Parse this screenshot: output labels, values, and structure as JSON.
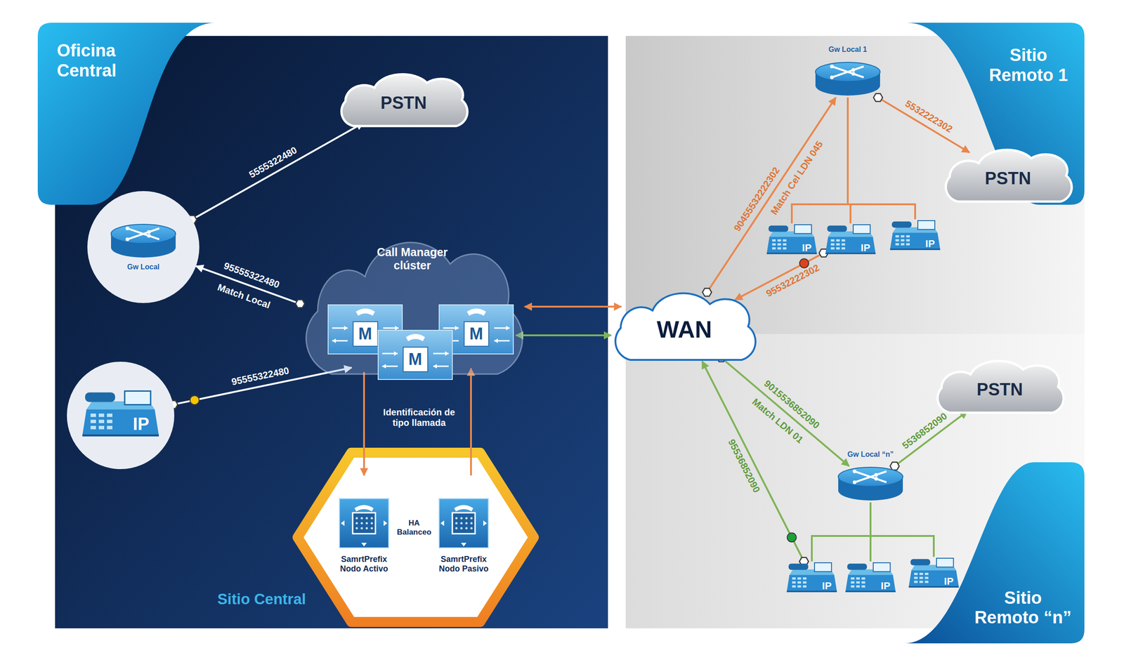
{
  "diagram": {
    "nodes": [
      {
        "text": [
          "Oficina Central"
        ]
      },
      {
        "text": [
          "PSTN"
        ]
      },
      {
        "text": [
          "Gw Local"
        ]
      },
      {
        "text": [
          "IP"
        ]
      },
      {
        "text": [
          "Call Manager clúster"
        ]
      },
      {
        "text": [
          "M"
        ],
        "in": 4
      },
      {
        "text": [
          "M"
        ],
        "in": 4
      },
      {
        "text": [
          "M"
        ],
        "in": 4
      },
      {
        "text": [
          "SamrtPrefix Nodo Activo"
        ]
      },
      {
        "text": [
          "SamrtPrefix Nodo Pasivo"
        ]
      },
      {
        "text": [
          "Sitio Remoto 1"
        ]
      },
      {
        "text": [
          "Gw Local 1"
        ]
      },
      {
        "text": [
          "PSTN"
        ]
      },
      {
        "text": [
          "IP"
        ]
      },
      {
        "text": [
          "IP"
        ]
      },
      {
        "text": [
          "IP"
        ]
      },
      {
        "text": [
          "WAN"
        ]
      },
      {
        "text": [
          "Sitio Remoto “n”"
        ]
      },
      {
        "text": [
          "PSTN"
        ]
      },
      {
        "text": [
          "Gw Local “n”"
        ]
      },
      {
        "text": [
          "IP"
        ]
      },
      {
        "text": [
          "IP"
        ]
      },
      {
        "text": [
          "IP"
        ]
      }
    ],
    "edges": [
      {
        "from": 2,
        "to": 1,
        "arrow": "to",
        "label": "5555322480"
      },
      {
        "from": 4,
        "to": 2,
        "arrow": "to",
        "label": "95555322480"
      },
      {
        "from": 3,
        "to": 4,
        "arrow": "to",
        "label": "95555322480"
      },
      {
        "from": 4,
        "to": 8,
        "arrow": "to"
      },
      {
        "from": 9,
        "to": 4,
        "arrow": "to"
      },
      {
        "from": 4,
        "to": 16,
        "arrow": "both"
      },
      {
        "from": 4,
        "to": 16,
        "arrow": "both"
      },
      {
        "from": 16,
        "to": 11,
        "arrow": "to",
        "label": "90455532222302"
      },
      {
        "from": 11,
        "to": 12,
        "arrow": "to",
        "label": "5532222302"
      },
      {
        "from": 11,
        "to": 13,
        "arrow": "none"
      },
      {
        "from": 11,
        "to": 14,
        "arrow": "none"
      },
      {
        "from": 11,
        "to": 15,
        "arrow": "none"
      },
      {
        "from": 14,
        "to": 16,
        "arrow": "to",
        "label": "95532222302"
      },
      {
        "from": 16,
        "to": 19,
        "arrow": "to",
        "label": "9015536852090"
      },
      {
        "from": 19,
        "to": 18,
        "arrow": "to",
        "label": "5536852090"
      },
      {
        "from": 19,
        "to": 20,
        "arrow": "none"
      },
      {
        "from": 19,
        "to": 21,
        "arrow": "none"
      },
      {
        "from": 19,
        "to": 22,
        "arrow": "none"
      },
      {
        "from": 20,
        "to": 16,
        "arrow": "to",
        "label": "95536852090"
      }
    ],
    "labels": [
      "Match Local",
      "Identificación de tipo llamada",
      "HA Balanceo",
      "Sitio Central",
      "Match Cel LDN 045",
      "Match LDN 01"
    ]
  }
}
